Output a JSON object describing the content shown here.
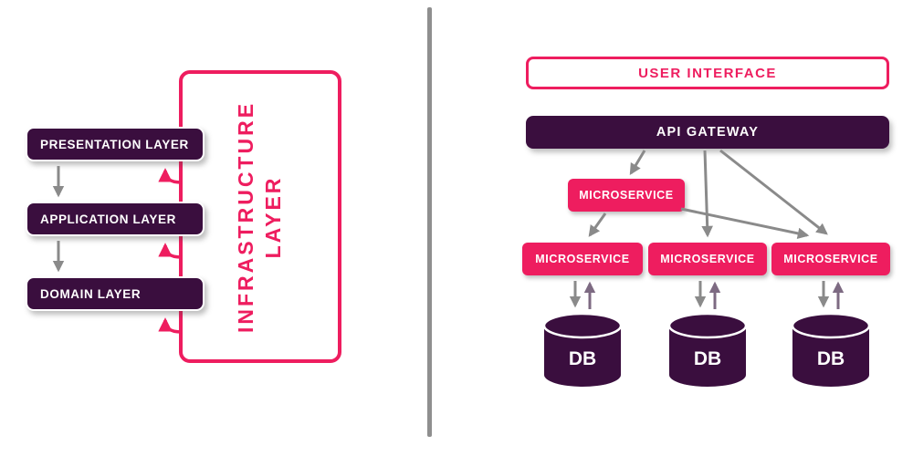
{
  "colors": {
    "dark": "#3a0e3e",
    "pink": "#ee1d5f",
    "gray": "#8a8a8a",
    "purple": "#7d6a82"
  },
  "left_diagram": {
    "layers": [
      "PRESENTATION LAYER",
      "APPLICATION LAYER",
      "DOMAIN LAYER"
    ],
    "infrastructure": {
      "lines": [
        "INFRASTRUCTURE",
        "LAYER"
      ]
    }
  },
  "right_diagram": {
    "user_interface": "USER INTERFACE",
    "api_gateway": "API GATEWAY",
    "middle_microservice": "MICROSERVICE",
    "microservices": [
      "MICROSERVICE",
      "MICROSERVICE",
      "MICROSERVICE"
    ],
    "databases": [
      "DB",
      "DB",
      "DB"
    ]
  }
}
